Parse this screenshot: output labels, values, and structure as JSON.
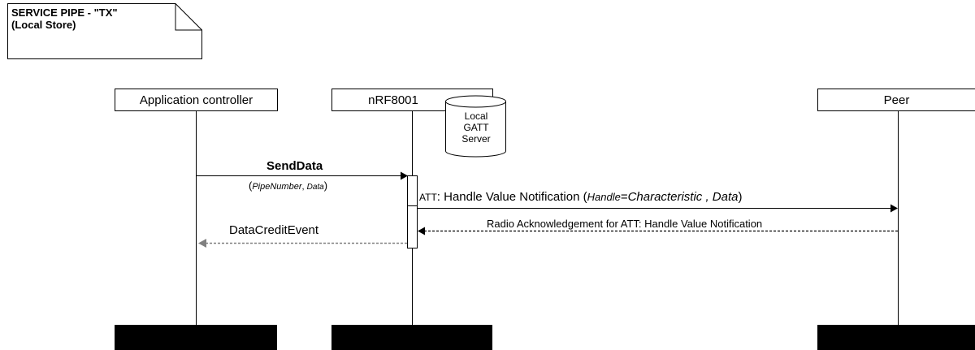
{
  "note": {
    "line1": "SERVICE PIPE - \"TX\"",
    "line2": "(Local Store)"
  },
  "participants": {
    "app": "Application controller",
    "nrf": "nRF8001",
    "peer": "Peer"
  },
  "datastore": {
    "line1": "Local",
    "line2": "GATT",
    "line3": "Server"
  },
  "messages": {
    "send_data": "SendData",
    "send_data_params": {
      "open": "(",
      "p1": "PipeNumber",
      "sep": ", ",
      "p2": "Data",
      "close": ")"
    },
    "notification": {
      "prefix_small": "ATT",
      "prefix_rest": ": Handle Value Notification (",
      "p1": "Handle",
      "eq": "=",
      "p2": "Characteristic , Data",
      "close": ")"
    },
    "radio_ack": "Radio Acknowledgement for ATT: Handle Value Notification",
    "data_credit": "DataCreditEvent"
  },
  "colors": {
    "line": "#000000",
    "dashed_gray": "#808080",
    "box_fill": "#ffffff",
    "footer": "#000000"
  }
}
